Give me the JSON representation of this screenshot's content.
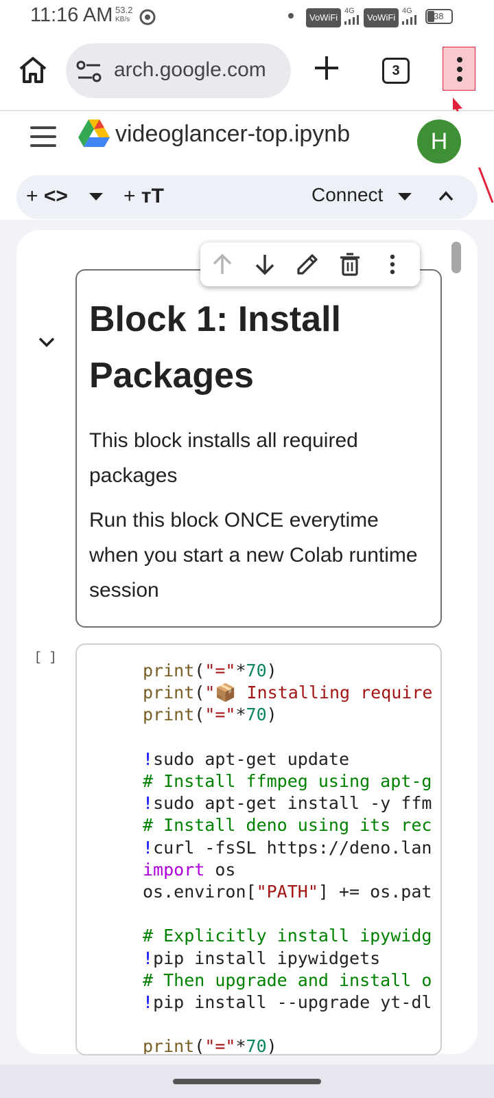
{
  "status_bar": {
    "time": "11:16 AM",
    "net_speed": "53.2",
    "net_unit": "KB/s",
    "wifi1": "VoWiFi",
    "wifi2": "VoWiFi",
    "sig1": "4G",
    "sig2": "4G",
    "battery": "38"
  },
  "browser": {
    "url": "arch.google.com",
    "tab_count": "3",
    "icons": [
      "home-icon",
      "site-settings-icon",
      "plus-icon",
      "more-vert-icon"
    ]
  },
  "colab": {
    "file_name": "videoglancer-top.ipynb",
    "avatar_initial": "H",
    "toolbar": {
      "connect": "Connect"
    }
  },
  "text_cell": {
    "heading": "Block 1: Install Packages",
    "para1": "This block installs all required packages",
    "para2": "Run this block ONCE everytime when you start a new Colab runtime session"
  },
  "code_cell": {
    "run_indicator": "[ ]",
    "lines": [
      "print(\"=\"*70)",
      "print(\"📦 Installing require",
      "print(\"=\"*70)",
      "",
      "!sudo apt-get update",
      "# Install ffmpeg using apt-g",
      "!sudo apt-get install -y ffm",
      "# Install deno using its rec",
      "!curl -fsSL https://deno.lan",
      "import os",
      "os.environ[\"PATH\"] += os.pat",
      "",
      "# Explicitly install ipywidg",
      "!pip install ipywidgets",
      "# Then upgrade and install o",
      "!pip install --upgrade yt-dl",
      "",
      "print(\"=\"*70)"
    ]
  },
  "colors": {
    "highlight": "#f8c8cf",
    "avatar": "#3e8f35",
    "annotation": "#e0233a"
  }
}
